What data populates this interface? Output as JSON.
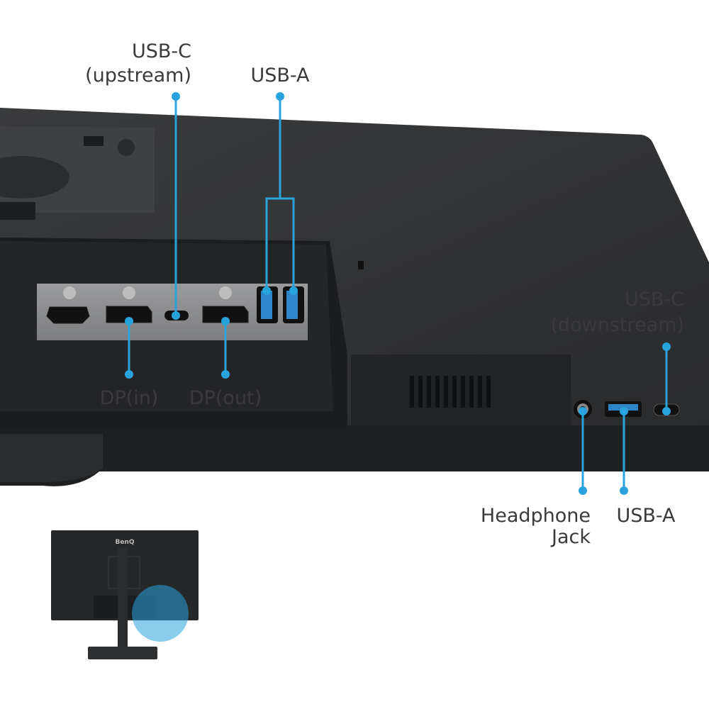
{
  "labels": {
    "usb_c_upstream": [
      "USB-C",
      "(upstream)"
    ],
    "usb_a_top": "USB-A",
    "dp_in": "DP(in)",
    "dp_out": "DP(out)",
    "usb_c_downstream": [
      "USB-C",
      "(downstream)"
    ],
    "headphone_jack": [
      "Headphone",
      "Jack"
    ],
    "usb_a_side": "USB-A"
  },
  "thumbnail": {
    "brand": "BenQ"
  },
  "colors": {
    "accent": "#29a3dc",
    "body": "#2f3032",
    "panel": "#8c8d8f",
    "text": "#3a3a3c"
  }
}
